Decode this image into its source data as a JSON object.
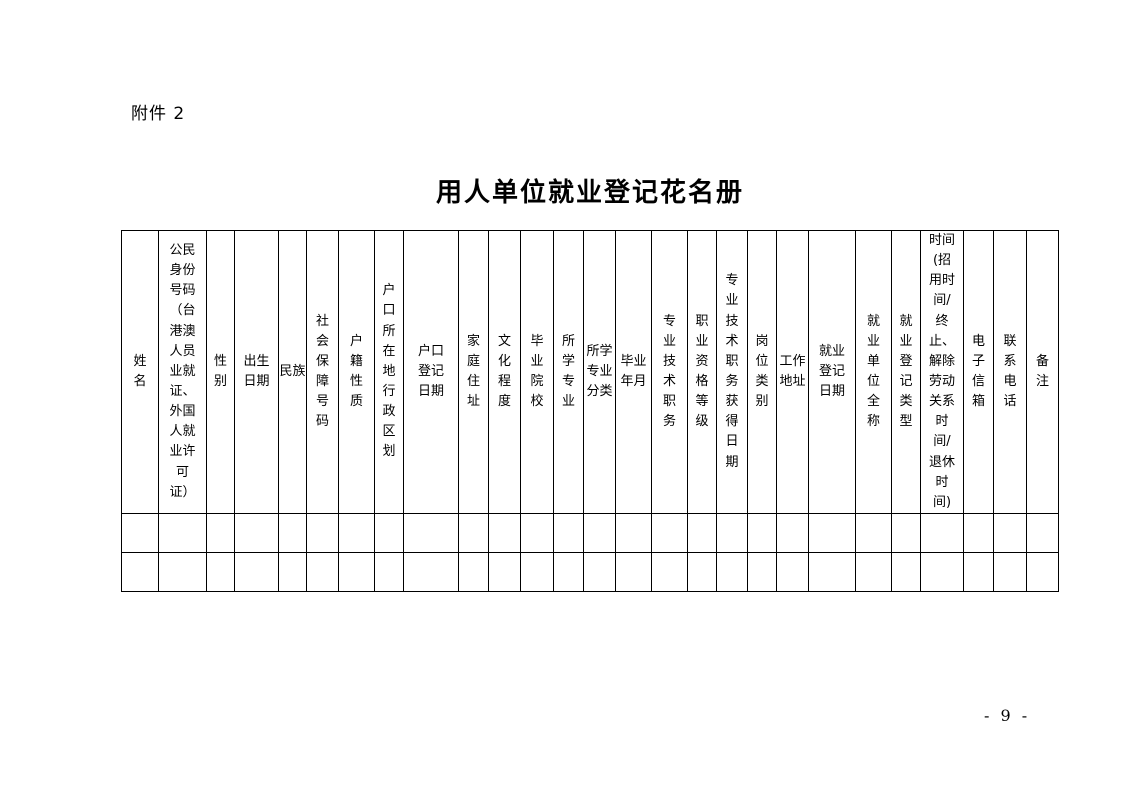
{
  "attachment": "附件 2",
  "title": "用人单位就业登记花名册",
  "table": {
    "headers": [
      "姓名",
      "公民身份号码（台港澳人员业就证、外国人就业许可证）",
      "性别",
      "出生日期",
      "民族",
      "社会保障号码",
      "户籍性质",
      "户口所在地行政区划",
      "户口登记日期",
      "家庭住址",
      "文化程度",
      "毕业院校",
      "所学专业",
      "所学专业分类",
      "毕业年月",
      "专业技术职务",
      "职业资格等级",
      "专业技术职务获得日期",
      "岗位类别",
      "工作地址",
      "就业登记日期",
      "就业单位全称",
      "就业登记类型",
      "时间(招用时间/终止、解除劳动关系时间/退休时间)",
      "电子信箱",
      "联系电话",
      "备注"
    ],
    "rows": [
      [
        "",
        "",
        "",
        "",
        "",
        "",
        "",
        "",
        "",
        "",
        "",
        "",
        "",
        "",
        "",
        "",
        "",
        "",
        "",
        "",
        "",
        "",
        "",
        "",
        "",
        "",
        ""
      ],
      [
        "",
        "",
        "",
        "",
        "",
        "",
        "",
        "",
        "",
        "",
        "",
        "",
        "",
        "",
        "",
        "",
        "",
        "",
        "",
        "",
        "",
        "",
        "",
        "",
        "",
        "",
        ""
      ]
    ]
  },
  "page_number": "- 9 -"
}
